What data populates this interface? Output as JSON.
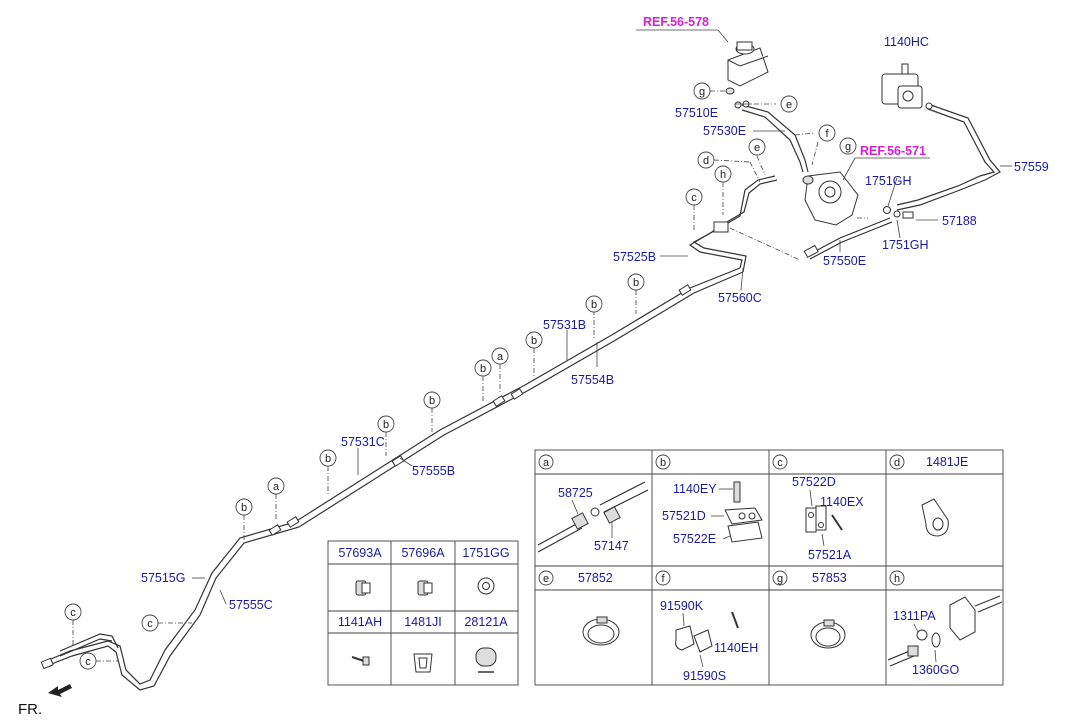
{
  "refs": {
    "reservoir": "REF.56-578",
    "pump": "REF.56-571"
  },
  "part_labels": {
    "p57510E": "57510E",
    "p57530E": "57530E",
    "p1140HC": "1140HC",
    "p57559": "57559",
    "p1751GH_a": "1751GH",
    "p57188": "57188",
    "p1751GH_b": "1751GH",
    "p57550E": "57550E",
    "p57525B": "57525B",
    "p57560C": "57560C",
    "p57531B": "57531B",
    "p57554B": "57554B",
    "p57531C": "57531C",
    "p57555B": "57555B",
    "p57515G": "57515G",
    "p57555C": "57555C"
  },
  "callouts": {
    "g1": "g",
    "e1": "e",
    "f1": "f",
    "g2": "g",
    "e2": "e",
    "d1": "d",
    "h1": "h",
    "c1": "c",
    "b1": "b",
    "b2": "b",
    "a1": "a",
    "b3": "b",
    "b4": "b",
    "b5": "b",
    "b6": "b",
    "a2": "a",
    "b7": "b",
    "c2": "c",
    "c3": "c",
    "c4": "c"
  },
  "front_marker": "FR.",
  "detail_table": {
    "a": {
      "letter": "a",
      "parts": [
        "58725",
        "57147"
      ]
    },
    "b": {
      "letter": "b",
      "parts": [
        "1140EY",
        "57521D",
        "57522E"
      ]
    },
    "c": {
      "letter": "c",
      "parts": [
        "57522D",
        "1140EX",
        "57521A"
      ]
    },
    "d": {
      "letter": "d",
      "parts": [
        "1481JE"
      ]
    },
    "e": {
      "letter": "e",
      "parts": [
        "57852"
      ]
    },
    "f": {
      "letter": "f",
      "parts": [
        "91590K",
        "1140EH",
        "91590S"
      ]
    },
    "g": {
      "letter": "g",
      "parts": [
        "57853"
      ]
    },
    "h": {
      "letter": "h",
      "parts": [
        "1311PA",
        "1360GO"
      ]
    }
  },
  "small_table": {
    "row1": [
      "57693A",
      "57696A",
      "1751GG"
    ],
    "row2": [
      "1141AH",
      "1481JI",
      "28121A"
    ]
  }
}
